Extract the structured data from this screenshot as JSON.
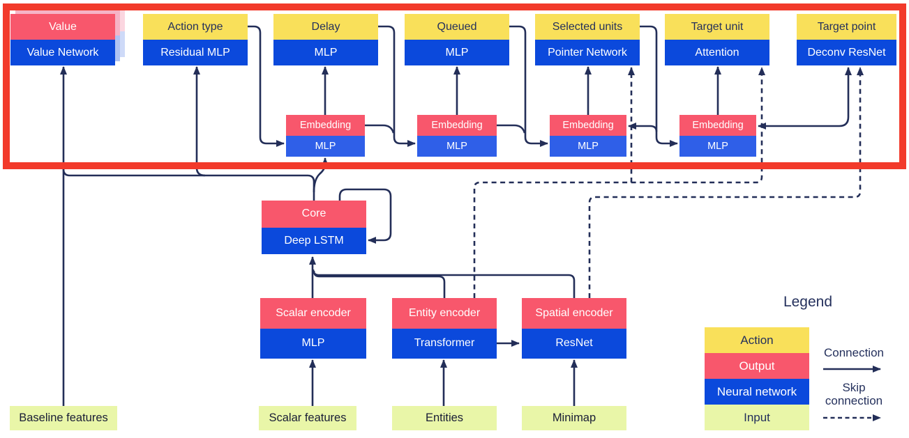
{
  "diagram": {
    "heads": [
      {
        "action": "Value",
        "network": "Value Network"
      },
      {
        "action": "Action type",
        "network": "Residual MLP"
      },
      {
        "action": "Delay",
        "network": "MLP"
      },
      {
        "action": "Queued",
        "network": "MLP"
      },
      {
        "action": "Selected units",
        "network": "Pointer Network"
      },
      {
        "action": "Target unit",
        "network": "Attention"
      },
      {
        "action": "Target point",
        "network": "Deconv ResNet"
      }
    ],
    "embeddings": [
      {
        "top": "Embedding",
        "bottom": "MLP"
      },
      {
        "top": "Embedding",
        "bottom": "MLP"
      },
      {
        "top": "Embedding",
        "bottom": "MLP"
      },
      {
        "top": "Embedding",
        "bottom": "MLP"
      }
    ],
    "core": {
      "top": "Core",
      "bottom": "Deep LSTM"
    },
    "encoders": [
      {
        "top": "Scalar encoder",
        "bottom": "MLP"
      },
      {
        "top": "Entity encoder",
        "bottom": "Transformer"
      },
      {
        "top": "Spatial encoder",
        "bottom": "ResNet"
      }
    ],
    "inputs": [
      "Baseline features",
      "Scalar features",
      "Entities",
      "Minimap"
    ],
    "legend": {
      "title": "Legend",
      "items": [
        {
          "label": "Action",
          "color": "#F9E05A"
        },
        {
          "label": "Output",
          "color": "#F8576C"
        },
        {
          "label": "Neural network",
          "color": "#0B49DC"
        },
        {
          "label": "Input",
          "color": "#E9F6A8"
        }
      ],
      "connection_label": "Connection",
      "skip_label": "Skip connection"
    },
    "colors": {
      "action_yellow": "#F9E05A",
      "output_pink": "#F8576C",
      "network_blue": "#0B49DC",
      "embedding_blue": "#2F5FE8",
      "input_green": "#E9F6A8",
      "line_navy": "#232E58",
      "highlight_red": "#F23A2B"
    }
  }
}
